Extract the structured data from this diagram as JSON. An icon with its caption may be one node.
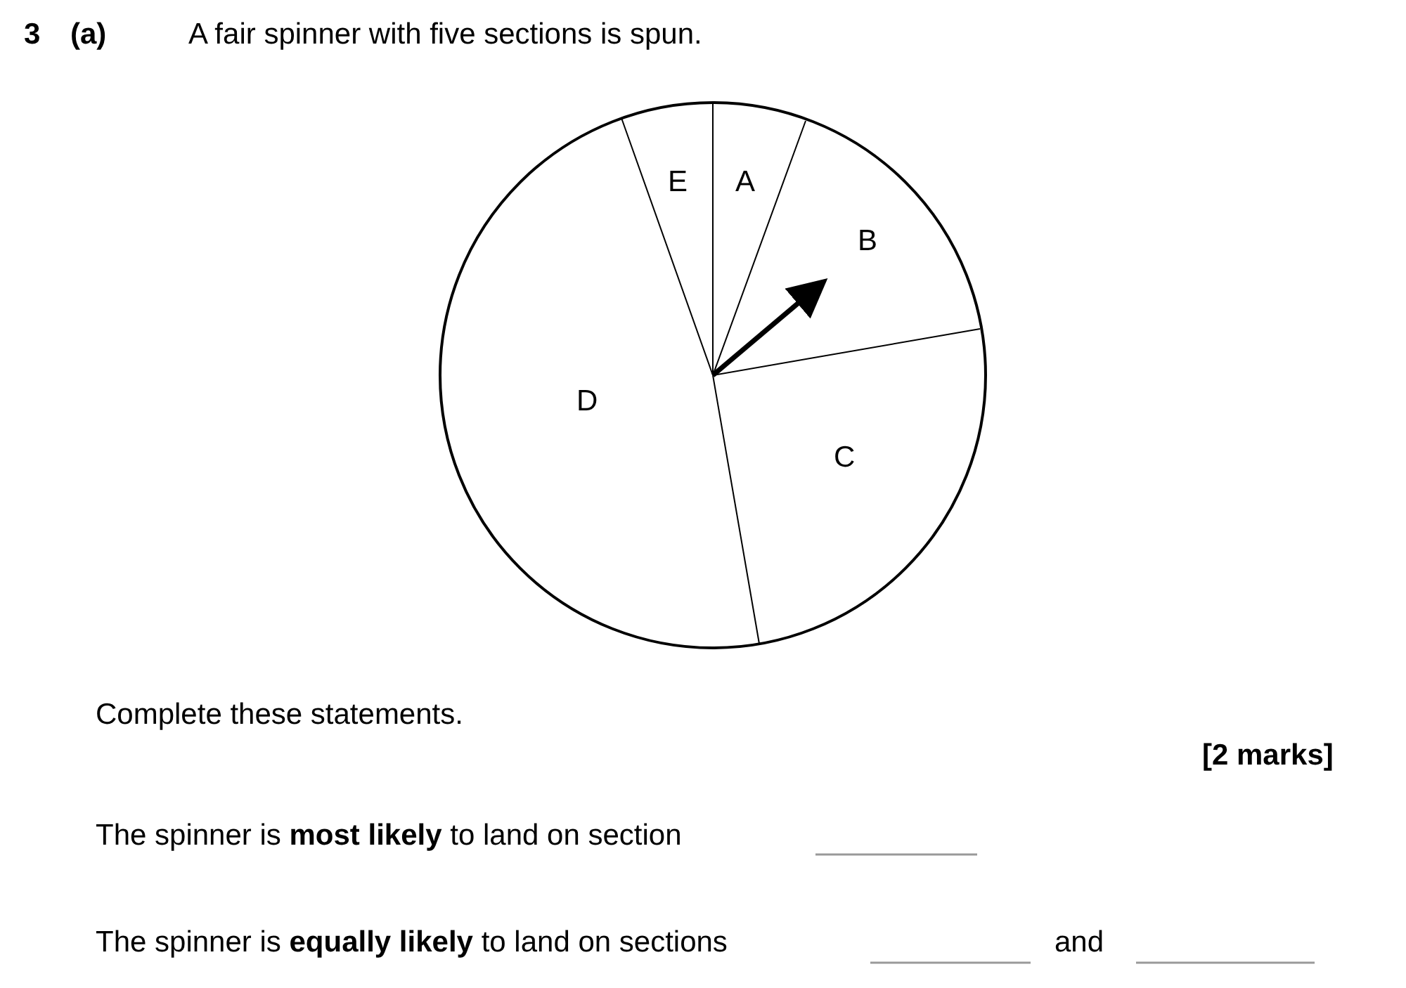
{
  "diagram": {
    "labels": [
      "3",
      "(a)",
      "A fair spinner with five sections is spun.",
      "E",
      "A",
      "B",
      "D",
      "C",
      "Complete these statements.",
      "[2 marks]",
      "The spinner is **most likely** to land on section",
      "The spinner is **equally likely** to land on sections",
      "and"
    ]
  }
}
